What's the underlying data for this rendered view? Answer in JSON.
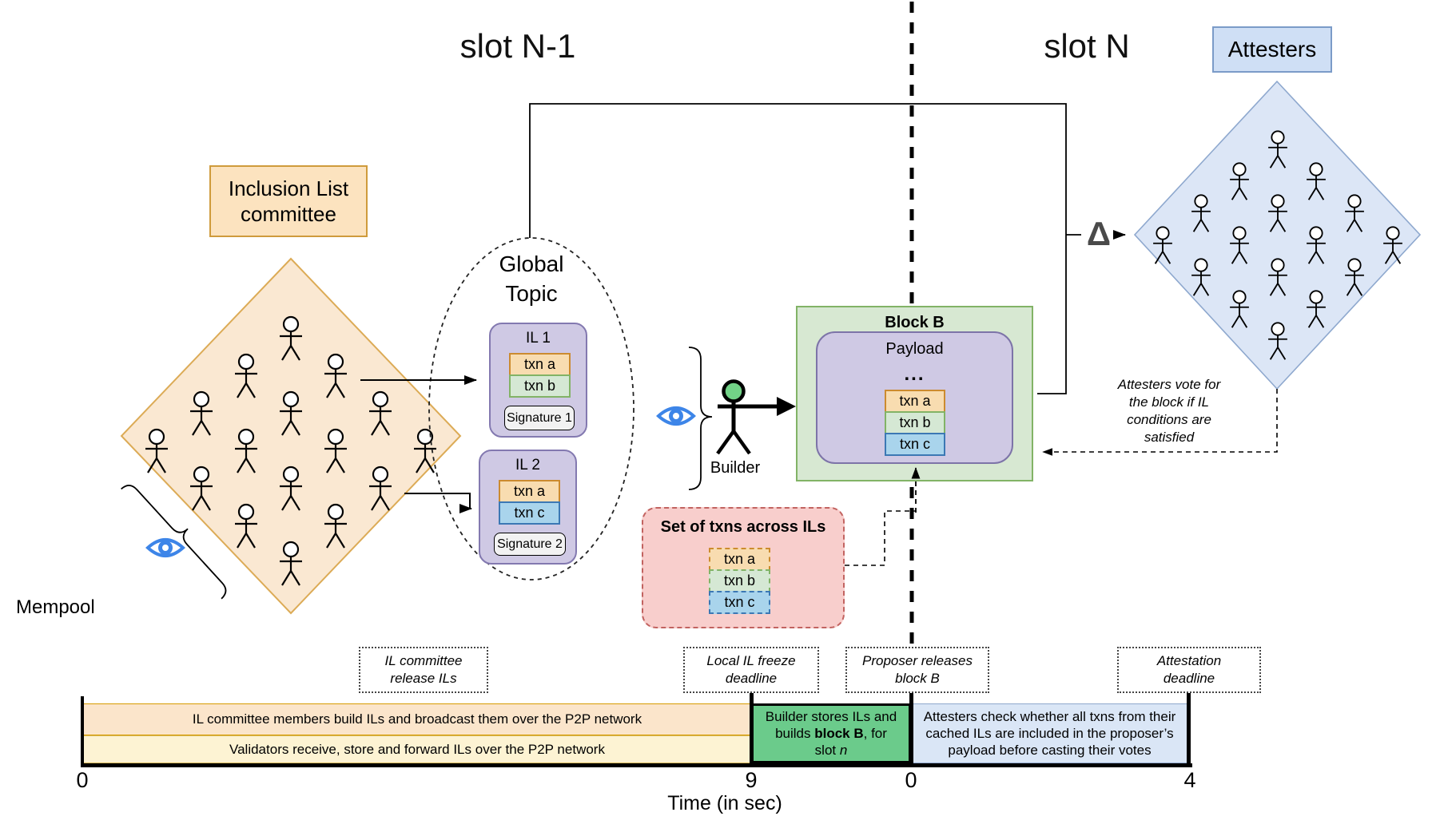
{
  "slots": {
    "previous": "slot N-1",
    "next": "slot N"
  },
  "attesters": {
    "box_label": "Attesters",
    "note_lines": [
      "Attesters vote for",
      "the block if IL",
      "conditions are",
      "satisfied"
    ]
  },
  "inclusion_committee": {
    "label_lines": [
      "Inclusion List",
      "committee"
    ],
    "mempool_label": "Mempool"
  },
  "global_topic": {
    "label_lines": [
      "Global",
      "Topic"
    ]
  },
  "builder": {
    "label": "Builder"
  },
  "delta_symbol": "Δ",
  "inclusion_lists": [
    {
      "title": "IL 1",
      "txns": [
        "txn a",
        "txn b"
      ],
      "signature": "Signature 1"
    },
    {
      "title": "IL 2",
      "txns": [
        "txn a",
        "txn c"
      ],
      "signature": "Signature 2"
    }
  ],
  "block_b": {
    "title": "Block B",
    "payload_label": "Payload",
    "ellipsis": "...",
    "txns": [
      "txn a",
      "txn b",
      "txn c"
    ]
  },
  "txn_set": {
    "title": "Set of txns across ILs",
    "txns": [
      "txn a",
      "txn b",
      "txn c"
    ]
  },
  "timeline": {
    "milestones": [
      {
        "lines": [
          "IL committee",
          "release ILs"
        ]
      },
      {
        "lines": [
          "Local IL freeze",
          "deadline"
        ]
      },
      {
        "lines": [
          "Proposer releases",
          "block B"
        ]
      },
      {
        "lines": [
          "Attestation",
          "deadline"
        ]
      }
    ],
    "bars": {
      "il_committee": "IL committee members build ILs and broadcast them over the P2P network",
      "validators": "Validators receive, store and forward ILs over the P2P network",
      "builder_lines": [
        [
          {
            "t": "Builder stores ILs and"
          }
        ],
        [
          {
            "t": "builds "
          },
          {
            "t": "block B",
            "b": true
          },
          {
            "t": ", for"
          }
        ],
        [
          {
            "t": "slot "
          },
          {
            "t": "n",
            "i": true
          }
        ]
      ],
      "attesters_lines": [
        [
          {
            "t": "Attesters check whether all txns from their"
          }
        ],
        [
          {
            "t": "cached ILs are included in the proposer’s"
          }
        ],
        [
          {
            "t": "payload before casting their votes"
          }
        ]
      ]
    },
    "ticks": [
      "0",
      "9",
      "0",
      "4"
    ],
    "axis_label": "Time (in sec)"
  },
  "colors": {
    "accent_orange": "#d79b00",
    "orange_fill": "#fae8d2",
    "purple_fill": "#cfc9e4",
    "purple_border": "#8379b0",
    "block_green_fill": "#d7e8d2",
    "block_green_border": "#82b366",
    "pink_fill": "#f8cecc",
    "pink_border": "#c26360",
    "attester_blue_fill": "#dce6f6",
    "attester_blue_border": "#8ea8ce",
    "bar_green": "#6bcb8b",
    "eye_blue": "#3d85e8",
    "builder_head_green": "#72d287",
    "chip": {
      "a": {
        "fill": "#f8dcb0",
        "border": "#cc8b2f"
      },
      "b": {
        "fill": "#d5e8d4",
        "border": "#82b366"
      },
      "c": {
        "fill": "#a9d4ec",
        "border": "#3c78b4"
      }
    }
  }
}
